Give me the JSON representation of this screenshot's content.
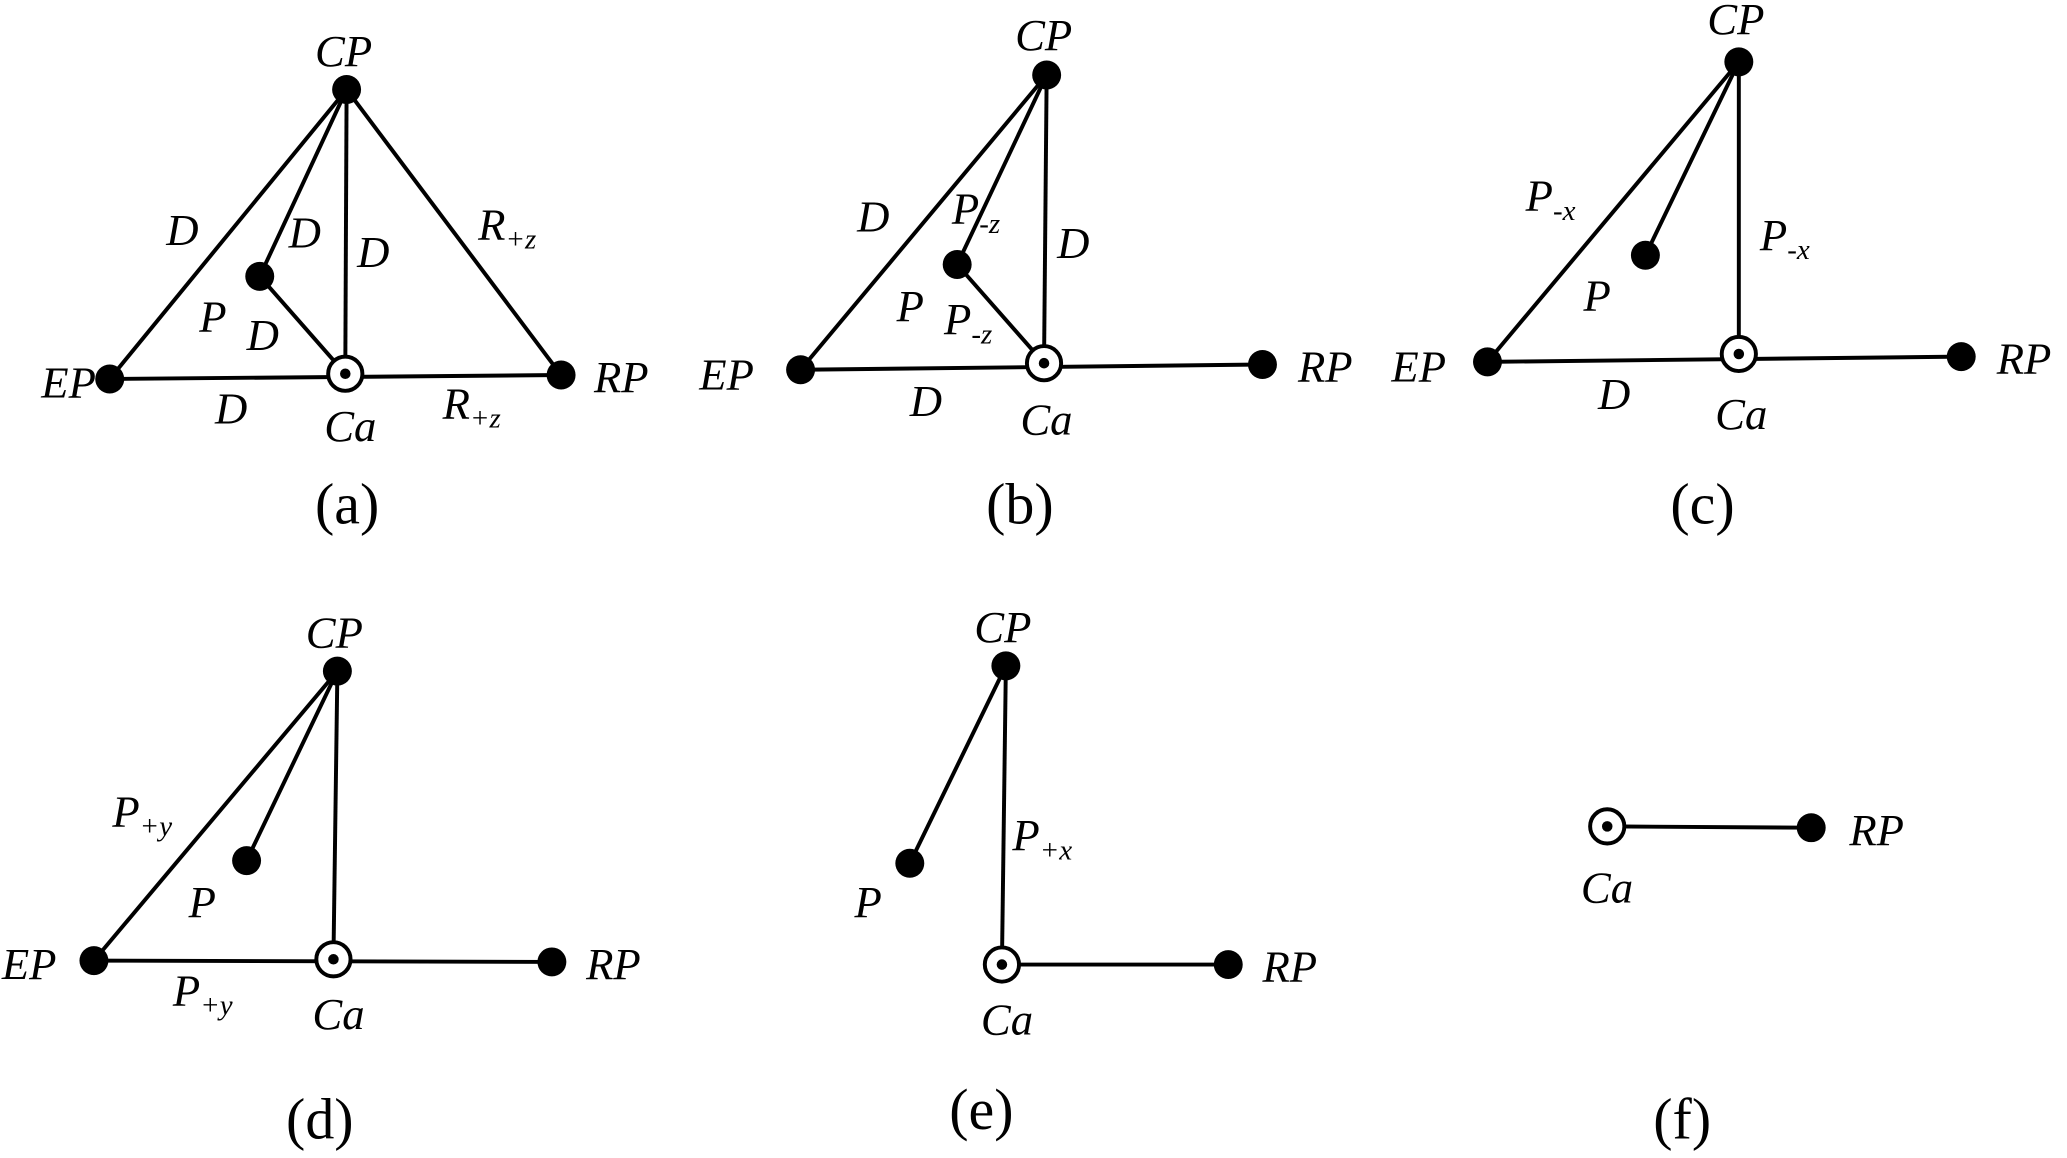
{
  "node_labels": {
    "cp": "CP",
    "ep": "EP",
    "rp": "RP",
    "ca": "Ca",
    "p": "P"
  },
  "panels": {
    "a": {
      "caption": "(a)",
      "edges": {
        "cp_ep": "D",
        "cp_p": "D",
        "cp_ca": "D",
        "cp_rp": {
          "main": "R",
          "sub": "+z"
        },
        "p_ca": "D",
        "ep_ca": "D",
        "ca_rp": {
          "main": "R",
          "sub": "+z"
        }
      }
    },
    "b": {
      "caption": "(b)",
      "edges": {
        "cp_ep": "D",
        "cp_p": {
          "main": "P",
          "sub": "-z"
        },
        "cp_ca": "D",
        "p_ca": {
          "main": "P",
          "sub": "-z"
        },
        "ep_ca": "D"
      }
    },
    "c": {
      "caption": "(c)",
      "edges": {
        "cp_ep": {
          "main": "P",
          "sub": "-x"
        },
        "cp_ca": {
          "main": "P",
          "sub": "-x"
        },
        "ep_ca": "D"
      }
    },
    "d": {
      "caption": "(d)",
      "edges": {
        "cp_ep": {
          "main": "P",
          "sub": "+y"
        },
        "ep_ca": {
          "main": "P",
          "sub": "+y"
        }
      }
    },
    "e": {
      "caption": "(e)",
      "edges": {
        "cp_ca": {
          "main": "P",
          "sub": "+x"
        }
      }
    },
    "f": {
      "caption": "(f)"
    }
  }
}
